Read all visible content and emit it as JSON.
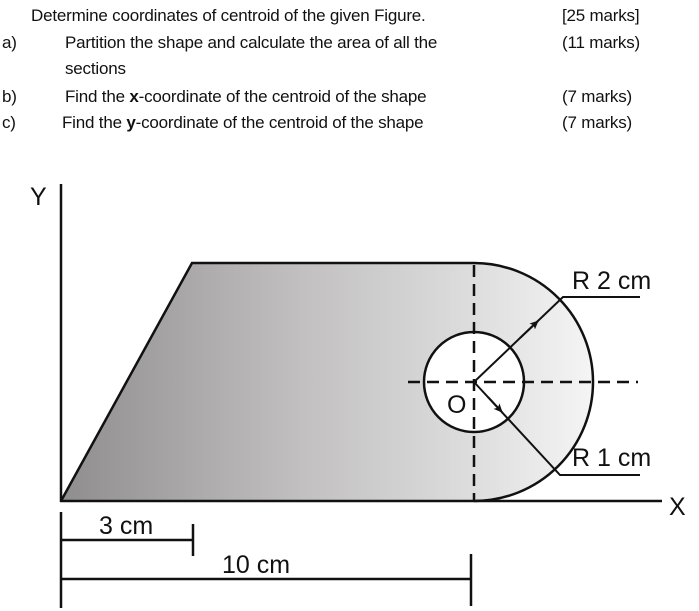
{
  "question": {
    "title": "Determine coordinates of centroid of the given Figure.",
    "total_marks": "[25 marks]",
    "parts": [
      {
        "label": "a)",
        "text": "Partition the shape and calculate the area of all the",
        "text_line2": "sections",
        "marks": "(11 marks)"
      },
      {
        "label": "b)",
        "text_pre": "Find the ",
        "text_bold": "x",
        "text_post": "-coordinate of the centroid of the shape",
        "marks": "(7 marks)"
      },
      {
        "label": "c)",
        "text_pre": "Find the ",
        "text_bold": "y",
        "text_post": "-coordinate of the centroid of the shape",
        "marks": "(7 marks)"
      }
    ]
  },
  "figure": {
    "y_axis_label": "Y",
    "x_axis_label": "X",
    "center_label": "O",
    "outer_radius_label": "R 2 cm",
    "inner_radius_label": "R 1 cm",
    "dim_small_label": "3 cm",
    "dim_large_label": "10 cm",
    "colors": {
      "fill_dark": "#8f8d8d",
      "fill_light": "#f4f4f4",
      "stroke": "#111111"
    }
  }
}
